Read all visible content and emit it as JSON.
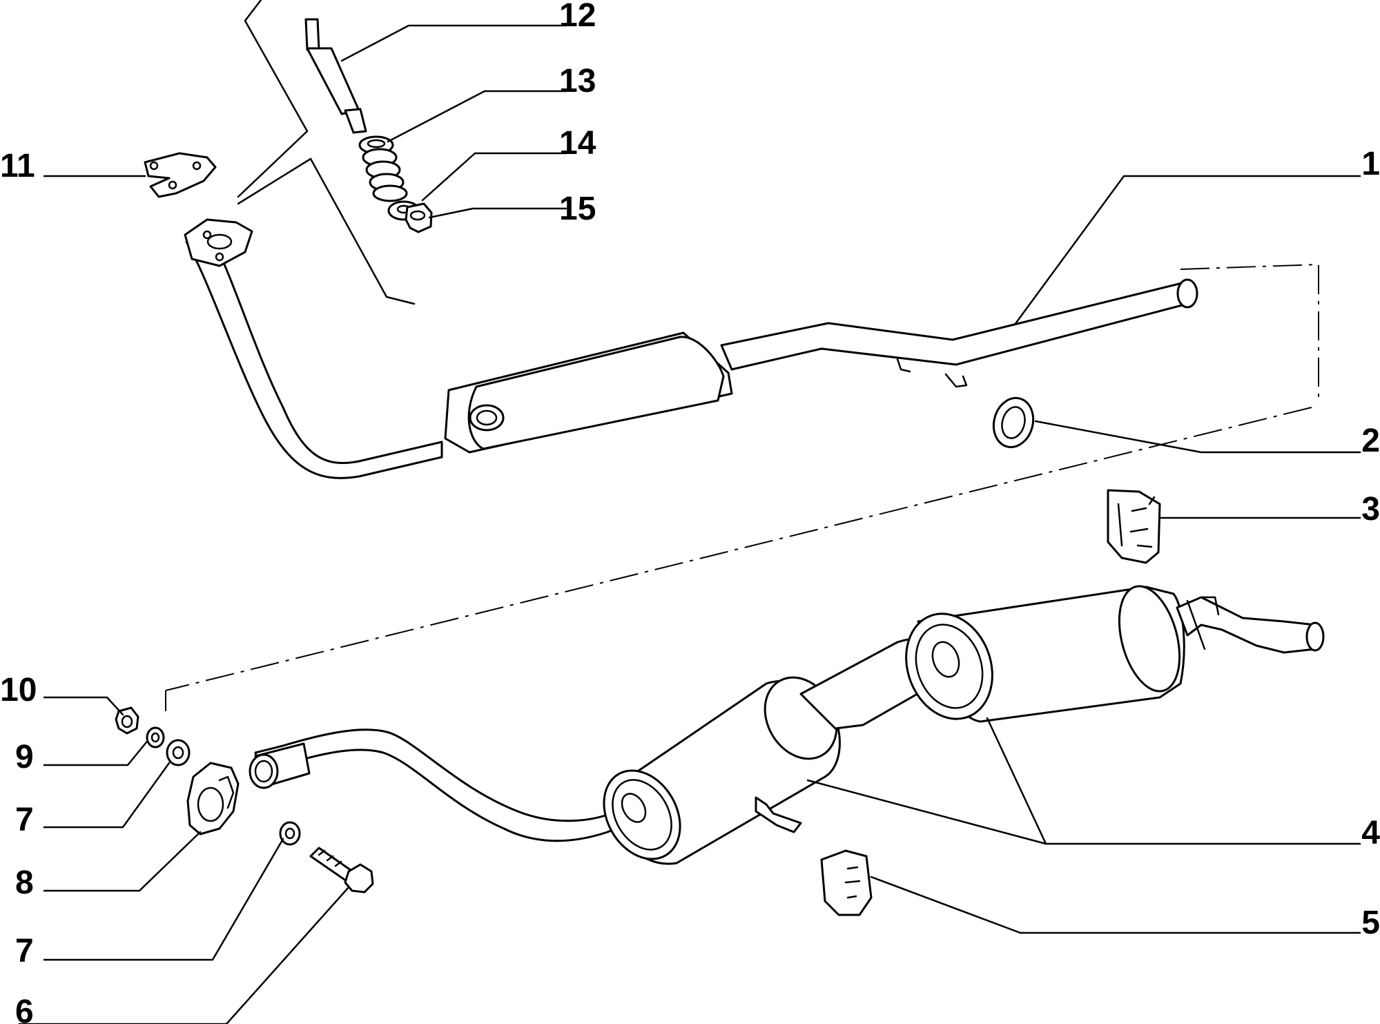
{
  "callouts": [
    {
      "id": "c1",
      "text": "1"
    },
    {
      "id": "c2",
      "text": "2"
    },
    {
      "id": "c3",
      "text": "3"
    },
    {
      "id": "c4",
      "text": "4"
    },
    {
      "id": "c5",
      "text": "5"
    },
    {
      "id": "c6",
      "text": "6"
    },
    {
      "id": "c7a",
      "text": "7"
    },
    {
      "id": "c7b",
      "text": "7"
    },
    {
      "id": "c8",
      "text": "8"
    },
    {
      "id": "c9",
      "text": "9"
    },
    {
      "id": "c10",
      "text": "10"
    },
    {
      "id": "c11",
      "text": "11"
    },
    {
      "id": "c12",
      "text": "12"
    },
    {
      "id": "c13",
      "text": "13"
    },
    {
      "id": "c14",
      "text": "14"
    },
    {
      "id": "c15",
      "text": "15"
    }
  ]
}
